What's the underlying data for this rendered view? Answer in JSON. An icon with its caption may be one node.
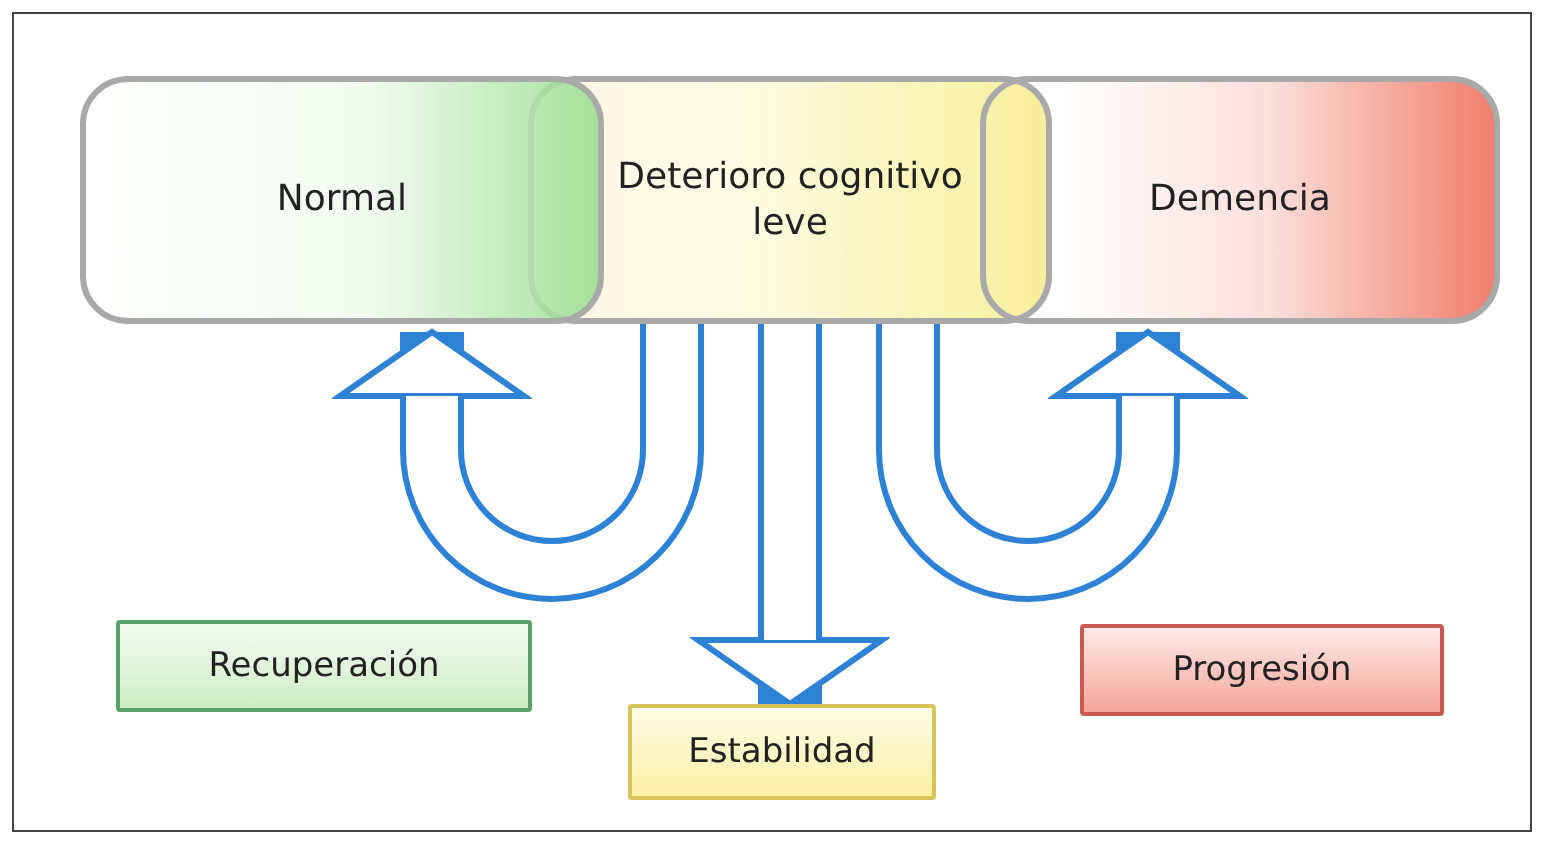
{
  "diagram": {
    "nodes": [
      {
        "text": [
          "Normal"
        ]
      },
      {
        "text": [
          "Deterioro cognitivo leve"
        ]
      },
      {
        "text": [
          "Demencia"
        ]
      },
      {
        "text": [
          "Recuperación"
        ]
      },
      {
        "text": [
          "Estabilidad"
        ]
      },
      {
        "text": [
          "Progresión"
        ]
      }
    ],
    "edges": [
      {
        "from": 1,
        "to": 0,
        "arrow": "to"
      },
      {
        "from": 1,
        "to": 4,
        "arrow": "to"
      },
      {
        "from": 1,
        "to": 2,
        "arrow": "to"
      }
    ]
  }
}
